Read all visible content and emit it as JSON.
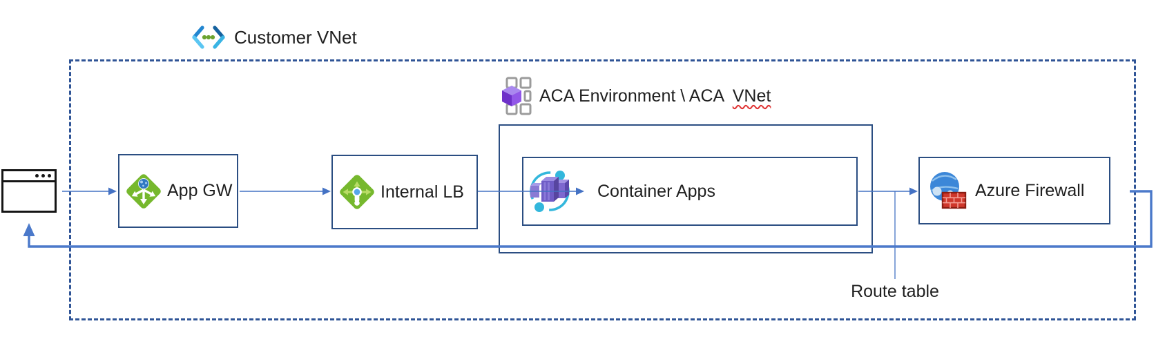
{
  "labels": {
    "customer_vnet": "Customer VNet",
    "aca_env_prefix": "ACA Environment \\ ACA ",
    "aca_env_vnet": "VNet",
    "route_table": "Route table"
  },
  "nodes": {
    "app_gw": {
      "label": "App GW"
    },
    "internal_lb": {
      "label": "Internal LB"
    },
    "container_apps": {
      "label": "Container Apps"
    },
    "azure_firewall": {
      "label": "Azure Firewall"
    }
  },
  "icons": {
    "browser": "browser-window",
    "customer_vnet": "azure-virtual-network",
    "app_gw": "azure-application-gateway",
    "internal_lb": "azure-load-balancer",
    "aca_environment": "azure-container-apps-environment",
    "container_apps": "azure-container-apps",
    "azure_firewall": "azure-firewall"
  },
  "colors": {
    "box_border": "#2b4e82",
    "dashed_boundary": "#2f5496",
    "connector": "#4472c4",
    "return_connector": "#4b79ca",
    "spellcheck_underline": "#e03131"
  }
}
